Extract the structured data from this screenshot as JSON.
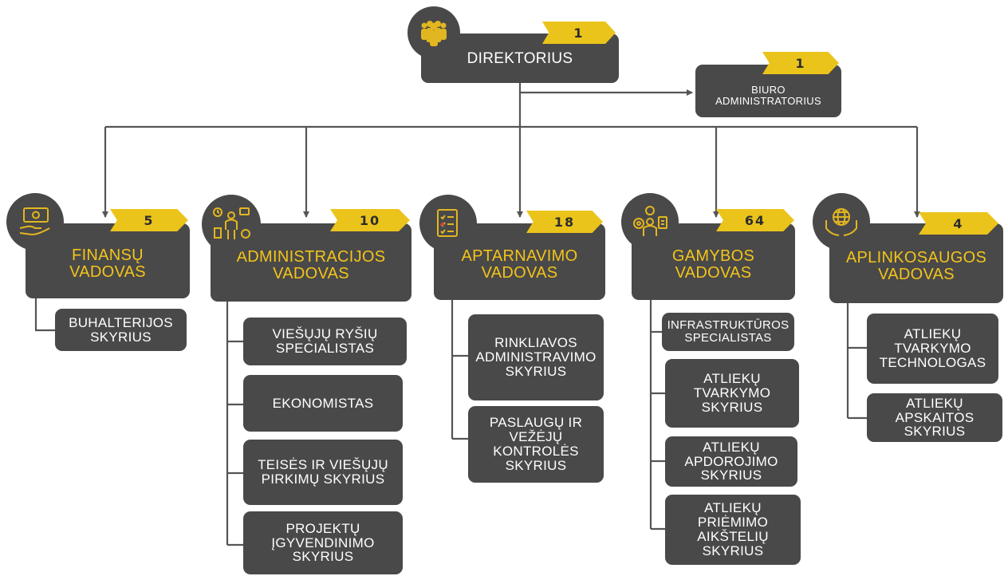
{
  "director": {
    "label": "DIREKTORIUS",
    "count": "1"
  },
  "bureau_admin": {
    "label": "BIURO ADMINISTRATORIUS",
    "count": "1"
  },
  "heads": [
    {
      "label": "FINANSŲ VADOVAS",
      "count": "5",
      "icon": "money-hand-icon"
    },
    {
      "label": "ADMINISTRACIJOS VADOVAS",
      "count": "10",
      "icon": "admin-team-icon"
    },
    {
      "label": "APTARNAVIMO VADOVAS",
      "count": "18",
      "icon": "checklist-icon"
    },
    {
      "label": "GAMYBOS VADOVAS",
      "count": "64",
      "icon": "production-person-icon"
    },
    {
      "label": "APLINKOSAUGOS VADOVAS",
      "count": "4",
      "icon": "globe-hands-icon"
    }
  ],
  "units": {
    "finance": [
      "BUHALTERIJOS SKYRIUS"
    ],
    "administration": [
      "VIEŠŲJŲ RYŠIŲ SPECIALISTAS",
      "EKONOMISTAS",
      "TEISĖS IR VIEŠŲJŲ PIRKIMŲ SKYRIUS",
      "PROJEKTŲ ĮGYVENDINIMO SKYRIUS"
    ],
    "service": [
      "RINKLIAVOS ADMINISTRAVIMO SKYRIUS",
      "PASLAUGŲ IR VEŽĖJŲ KONTROLĖS SKYRIUS"
    ],
    "production": [
      "INFRASTRUKTŪROS SPECIALISTAS",
      "ATLIEKŲ TVARKYMO SKYRIUS",
      "ATLIEKŲ APDOROJIMO SKYRIUS",
      "ATLIEKŲ PRIĖMIMO AIKŠTELIŲ SKYRIUS"
    ],
    "environment": [
      "ATLIEKŲ TVARKYMO TECHNOLOGAS",
      "ATLIEKŲ APSKAITOS SKYRIUS"
    ]
  },
  "colors": {
    "box": "#4a4949",
    "accent": "#ebc41b",
    "head_text": "#f2c41a",
    "line": "#555555"
  }
}
